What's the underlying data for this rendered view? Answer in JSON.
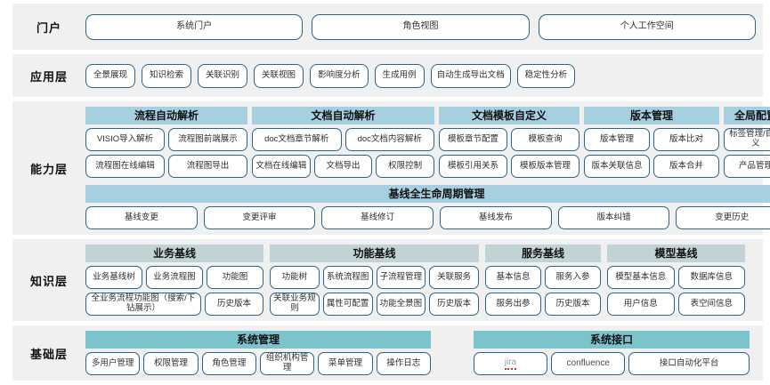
{
  "colors": {
    "band_bg": "#f0f0f0",
    "pill_border": "#2b6684",
    "capability_header": "#a6cfdf",
    "knowledge_header": "#c2d3d5",
    "base_header": "#7cc4cb",
    "page_bg": "#ffffff"
  },
  "layers": [
    {
      "id": "portal",
      "label": "门户",
      "items": [
        "系统门户",
        "角色视图",
        "个人工作空间"
      ]
    },
    {
      "id": "application",
      "label": "应用层",
      "items": [
        "全景展现",
        "知识检索",
        "关联识别",
        "关联视图",
        "影响度分析",
        "生成用例",
        "自动生成导出文档",
        "稳定性分析"
      ]
    },
    {
      "id": "capability",
      "label": "能力层",
      "groups": [
        {
          "title": "流程自动解析",
          "rows": [
            [
              "VISIO导入解析",
              "流程图前端展示"
            ],
            [
              "流程图在线编辑",
              "流程图导出"
            ]
          ]
        },
        {
          "title": "文档自动解析",
          "rows": [
            [
              "doc文档章节解析",
              "doc文档内容解析"
            ],
            [
              "文档在线编辑",
              "文档导出",
              "权限控制"
            ]
          ]
        },
        {
          "title": "文档模板自定义",
          "rows": [
            [
              "模板章节配置",
              "模板查询"
            ],
            [
              "模板引用关系",
              "模板版本管理"
            ]
          ]
        },
        {
          "title": "版本管理",
          "rows": [
            [
              "版本管理",
              "版本比对"
            ],
            [
              "版本关联信息",
              "版本合并"
            ]
          ]
        },
        {
          "title": "全局配置",
          "rows": [
            [
              "标签管理/自定义"
            ],
            [
              "产品管理"
            ]
          ]
        }
      ],
      "lifecycle": {
        "title": "基线全生命周期管理",
        "items": [
          "基线变更",
          "变更评审",
          "基线修订",
          "基线发布",
          "版本纠错",
          "变更历史"
        ]
      }
    },
    {
      "id": "knowledge",
      "label": "知识层",
      "groups": [
        {
          "title": "业务基线",
          "rows": [
            [
              "业务基线树",
              "业务流程图",
              "功能图"
            ],
            [
              "全业务流程功能图（搜索/下钻展示）",
              "历史版本"
            ]
          ]
        },
        {
          "title": "功能基线",
          "rows": [
            [
              "功能树",
              "系统流程图",
              "子流程管理",
              "关联服务"
            ],
            [
              "关联业务规则",
              "属性可配置",
              "功能全景图",
              "历史版本"
            ]
          ]
        },
        {
          "title": "服务基线",
          "rows": [
            [
              "基本信息",
              "服务入参"
            ],
            [
              "服务出参",
              "历史版本"
            ]
          ]
        },
        {
          "title": "模型基线",
          "rows": [
            [
              "模型基本信息",
              "数据库信息"
            ],
            [
              "用户信息",
              "表空间信息"
            ]
          ]
        }
      ]
    },
    {
      "id": "base",
      "label": "基础层",
      "groups": [
        {
          "title": "系统管理",
          "rows": [
            [
              "多用户管理",
              "权限管理",
              "角色管理",
              "组织机构管理",
              "菜单管理",
              "操作日志"
            ]
          ]
        },
        {
          "title": "系统接口",
          "rows": [
            [
              "jira",
              "confluence",
              "接口自动化平台"
            ]
          ]
        }
      ]
    }
  ]
}
